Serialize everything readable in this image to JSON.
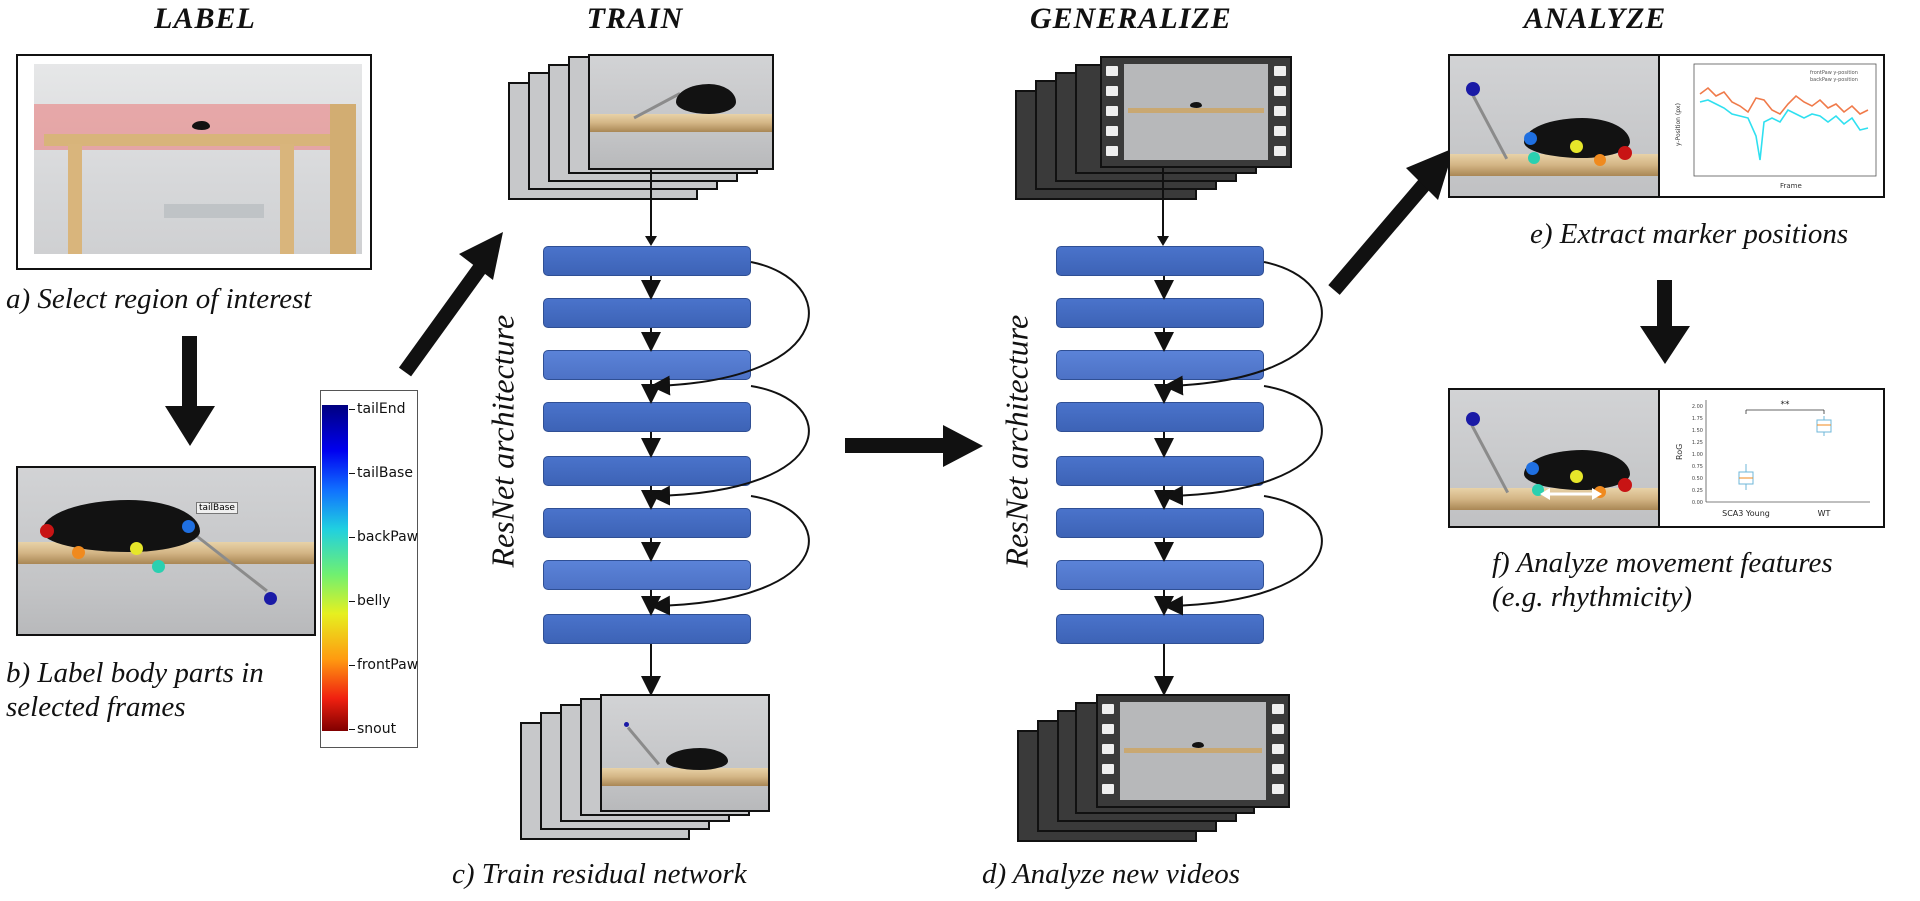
{
  "headings": {
    "label": "LABEL",
    "train": "TRAIN",
    "generalize": "GENERALIZE",
    "analyze": "ANALYZE"
  },
  "captions": {
    "a": "a) Select region of interest",
    "b": "b) Label body parts in selected frames",
    "c": "c) Train residual network",
    "d": "d) Analyze new videos",
    "e": "e) Extract marker positions",
    "f": "f) Analyze movement features (e.g. rhythmicity)"
  },
  "architecture_label": "ResNet architecture",
  "colorbar": {
    "labels": [
      "tailEnd",
      "tailBase",
      "backPaw",
      "belly",
      "frontPaw",
      "snout"
    ]
  },
  "label_tag": "tailBase",
  "marker_colors": {
    "tailEnd": "#1a1aa6",
    "tailBase": "#1f6fe0",
    "backPaw": "#2ad0b0",
    "belly": "#e6e62a",
    "frontPaw": "#f08a1e",
    "snout": "#c81414"
  },
  "line_plot": {
    "ylabel": "y-Position (px)",
    "xlabel": "Frame",
    "legend": [
      "frontPaw y-position",
      "backPaw y-position"
    ],
    "colors": [
      "#f07a4a",
      "#2fe0f0"
    ]
  },
  "box_plot": {
    "ylabel": "RoG",
    "categories": [
      "SCA3 Young",
      "WT"
    ],
    "significance": "**",
    "yticks": [
      "0.00",
      "0.25",
      "0.50",
      "0.75",
      "1.00",
      "1.25",
      "1.50",
      "1.75",
      "2.00"
    ]
  }
}
